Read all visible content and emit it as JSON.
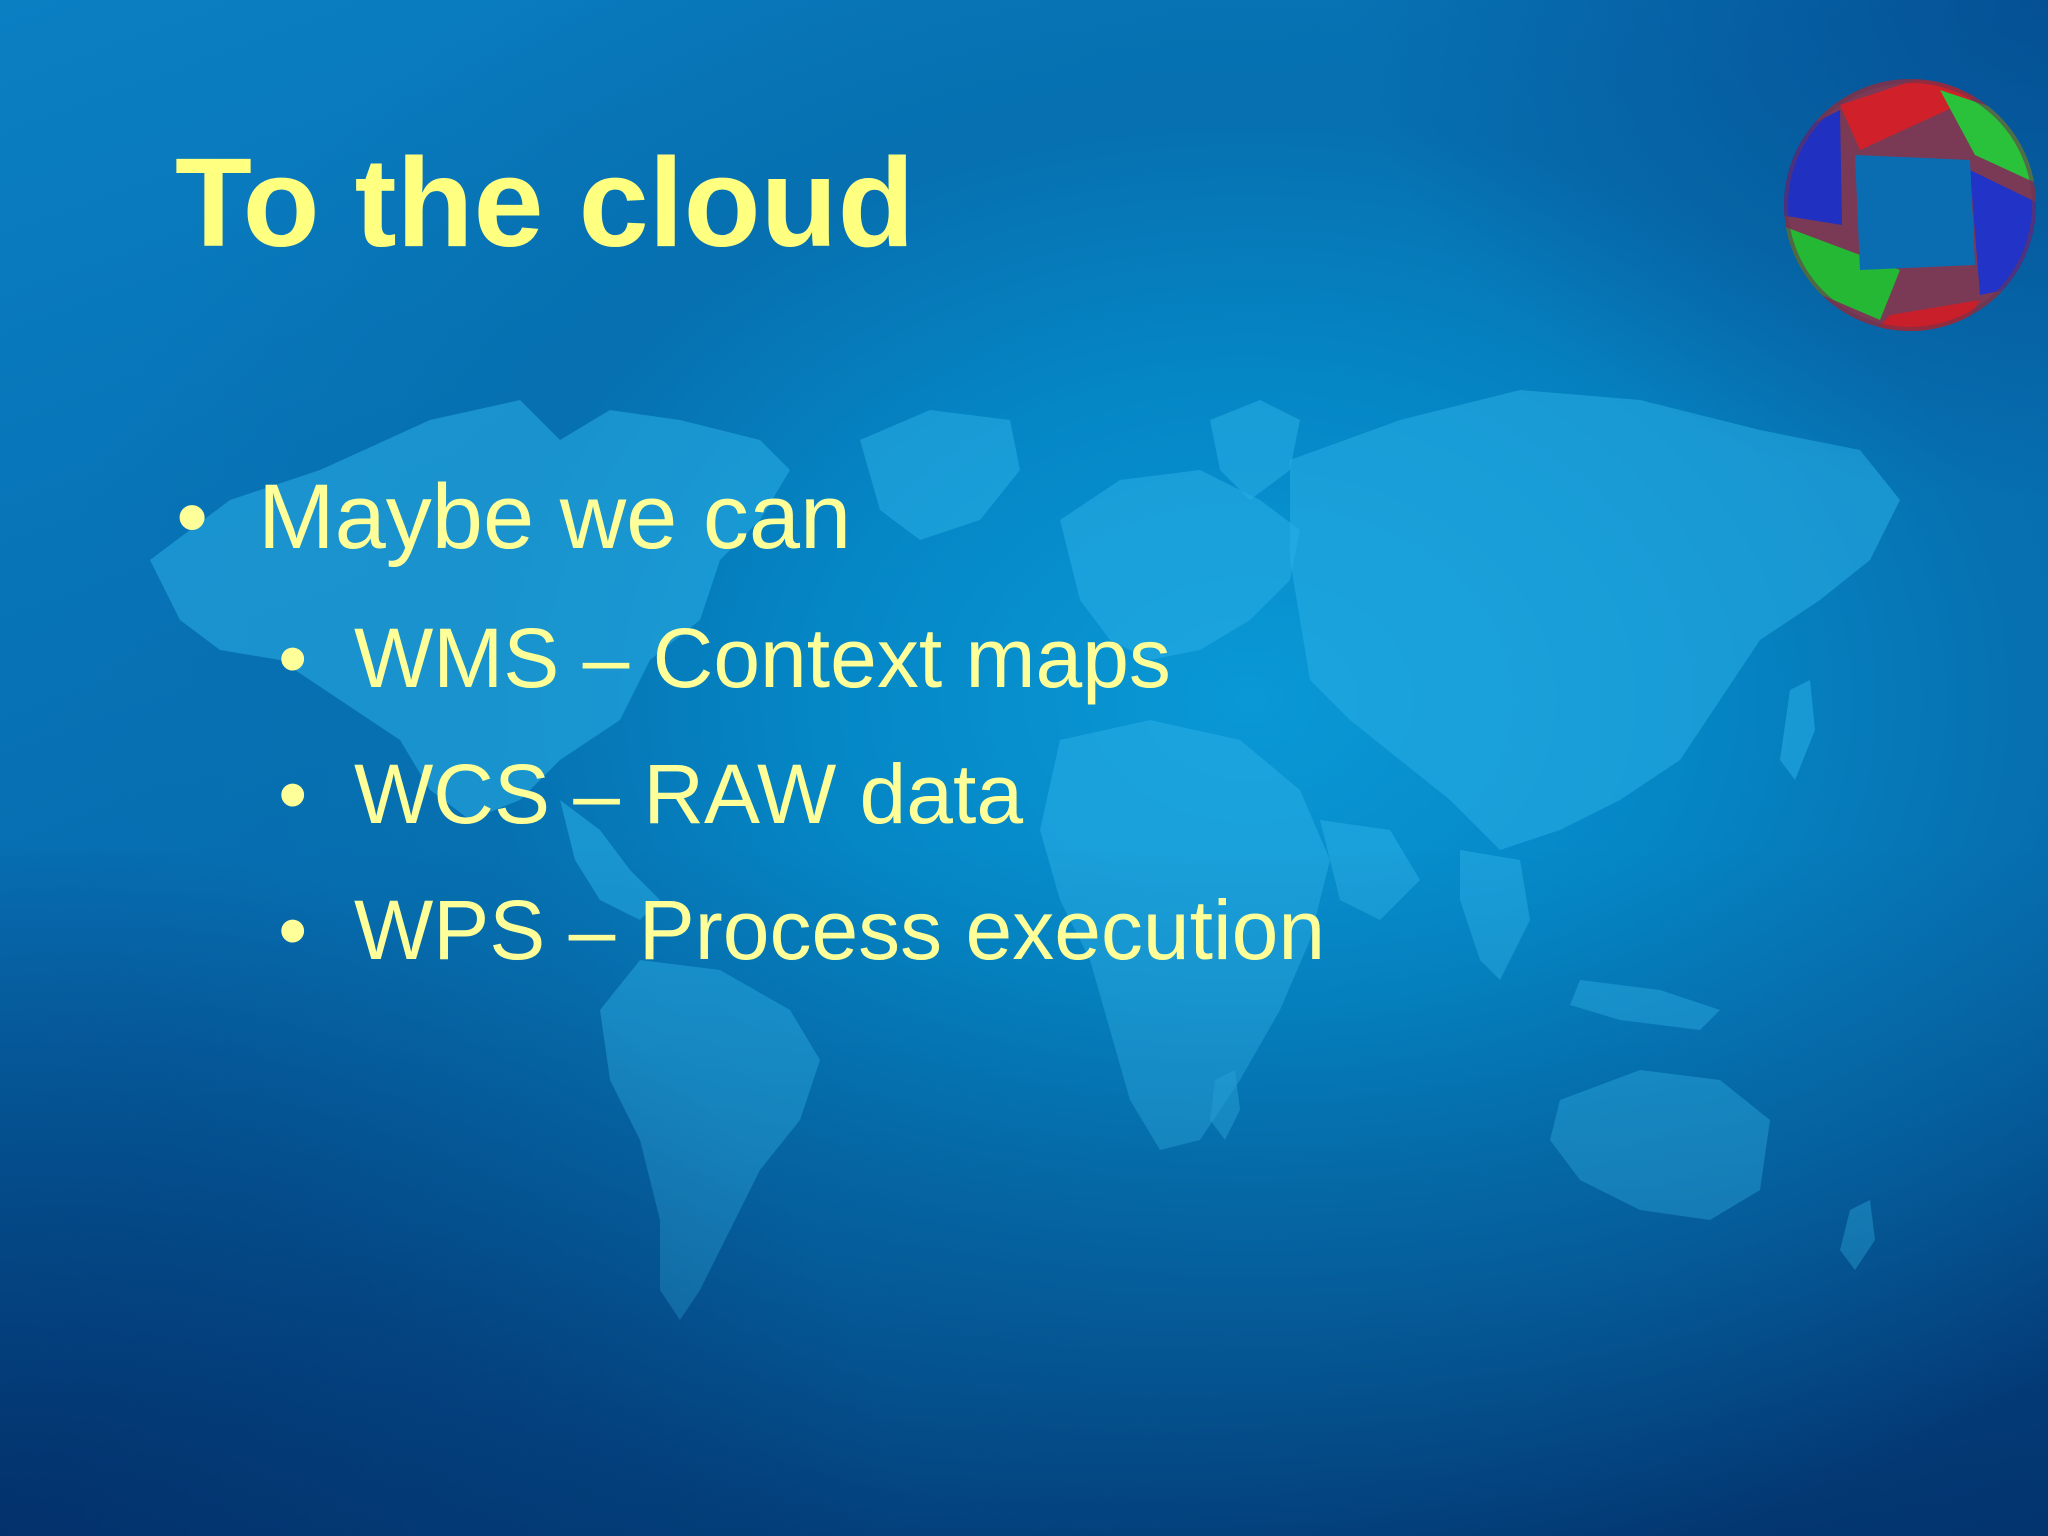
{
  "slide": {
    "title": "To the cloud",
    "bullets": [
      {
        "text": "Maybe we can",
        "children": [
          {
            "text": "WMS – Context maps"
          },
          {
            "text": "WCS – RAW data"
          },
          {
            "text": "WPS – Process execution"
          }
        ]
      }
    ],
    "bullet_glyph": "•"
  },
  "colors": {
    "title": "#ffff80",
    "body_text": "#ffff99",
    "background_center": "#0a98d6",
    "background_edge": "#033f7e",
    "map": "#1aa3dd"
  },
  "icons": {
    "logo": "aperture-logo",
    "background": "world-map"
  }
}
